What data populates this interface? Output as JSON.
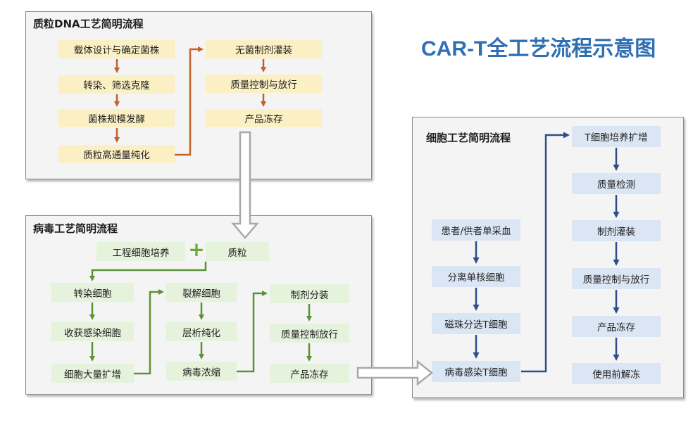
{
  "main_title": "CAR-T全工艺流程示意图",
  "plasmid": {
    "title": "质粒DNA工艺简明流程",
    "col1": [
      "载体设计与确定菌株",
      "转染、筛选克隆",
      "菌株规模发酵",
      "质粒高通量纯化"
    ],
    "col2": [
      "无菌制剂灌装",
      "质量控制与放行",
      "产品冻存"
    ]
  },
  "virus": {
    "title": "病毒工艺简明流程",
    "top_left": "工程细胞培养",
    "plus": "+",
    "top_right": "质粒",
    "col1": [
      "转染细胞",
      "收获感染细胞",
      "细胞大量扩增"
    ],
    "col2": [
      "裂解细胞",
      "层析纯化",
      "病毒浓缩"
    ],
    "col3": [
      "制剂分装",
      "质量控制放行",
      "产品冻存"
    ]
  },
  "cell": {
    "title": "细胞工艺简明流程",
    "col1": [
      "患者/供者单采血",
      "分离单核细胞",
      "磁珠分选T细胞",
      "病毒感染T细胞"
    ],
    "col2": [
      "T细胞培养扩增",
      "质量检测",
      "制剂灌装",
      "质量控制与放行",
      "产品冻存",
      "使用前解冻"
    ]
  },
  "colors": {
    "title_blue": "#2f6fb4",
    "arrow_orange": "#c1622b",
    "arrow_green": "#5b9237",
    "arrow_blue": "#2d4e86",
    "box_cream": "#fbefc4",
    "box_green": "#e5f2dc",
    "box_blue": "#dbe6f4"
  }
}
